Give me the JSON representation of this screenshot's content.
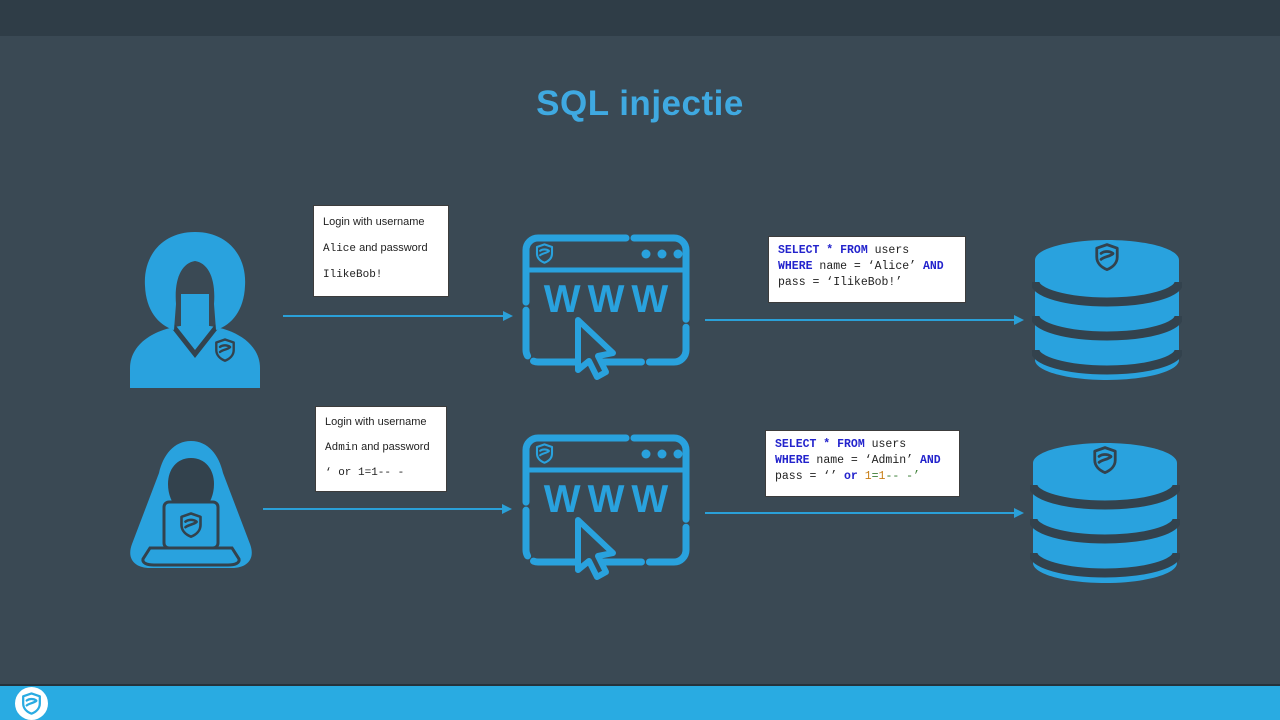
{
  "title": "SQL injectie",
  "colors": {
    "background": "#3A4954",
    "top_bar": "#2F3D47",
    "accent_blue": "#29A2DE",
    "icon_dark": "#33424D",
    "arrow_blue": "#2AA0D8",
    "title_blue": "#3FA9E1",
    "footer_bar": "#29ABE2",
    "sql_keyword": "#2323CC",
    "sql_number": "#C77E17",
    "sql_comment": "#3A7D34",
    "box_background": "#FFFFFF",
    "box_border": "#3C3C3C",
    "box_text": "#1F1F1F"
  },
  "icons": {
    "user": "woman-user-icon",
    "hacker": "hooded-hacker-icon",
    "browser": "web-browser-icon",
    "database": "database-icon",
    "shield": "shield-logo-icon",
    "browser_label": "WWW"
  },
  "top_row": {
    "note": {
      "l1": "Login with username",
      "l2_name": "Alice",
      "l2_rest": " and password",
      "l3": "IlikeBob!"
    },
    "sql": {
      "l1_kw": "SELECT * FROM",
      "l1_rest": " users",
      "l2_kw1": "WHERE",
      "l2_mid": " name = ‘Alice’ ",
      "l2_kw2": "AND",
      "l3": "pass = ‘IlikeBob!’"
    }
  },
  "bottom_row": {
    "note": {
      "l1": "Login with username",
      "l2_name": "Admin",
      "l2_rest": " and password",
      "l3": "‘ or 1=1-- -"
    },
    "sql": {
      "l1_kw": "SELECT * FROM",
      "l1_rest": " users",
      "l2_kw1": "WHERE",
      "l2_mid": " name = ‘Admin’ ",
      "l2_kw2": "AND",
      "l3_plain": "pass = ‘’ ",
      "l3_kw": "or",
      "l3_sp": " ",
      "l3_num1": "1",
      "l3_eq": "=",
      "l3_num2": "1",
      "l3_comment": "-- -’"
    }
  }
}
